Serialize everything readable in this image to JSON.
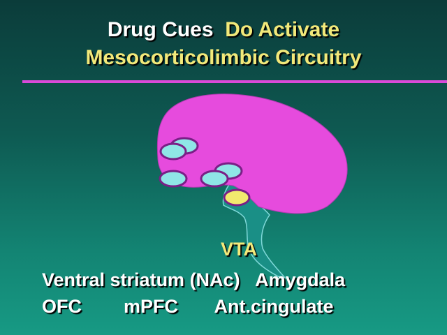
{
  "title": {
    "line1_white": "Drug Cues",
    "line1_yellow": "Do Activate",
    "line2": "Mesocorticolimbic Circuitry"
  },
  "labels": {
    "vta": "VTA",
    "row1": "Ventral striatum (NAc)   Amygdala",
    "row2": "OFC        mPFC       Ant.cingulate"
  },
  "colors": {
    "brain_fill": "#e64bdd",
    "region_fill": "#8fe6e6",
    "vta_fill": "#f2ea6e",
    "region_outline": "#7a1f86",
    "rule": "#d94ad9"
  }
}
